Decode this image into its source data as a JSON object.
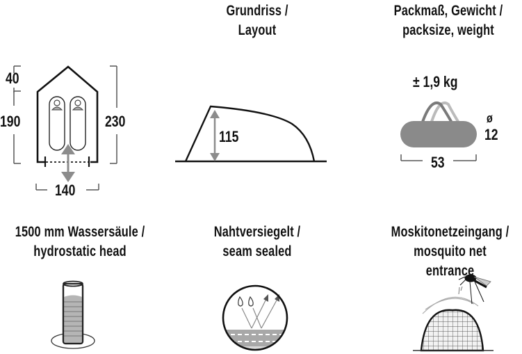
{
  "panels": {
    "floorplan": {
      "dimensions": {
        "roof_depth": "40",
        "floor_depth": "190",
        "total_length": "230",
        "width": "140"
      }
    },
    "layout": {
      "title_line1": "Grundriss /",
      "title_line2": "Layout",
      "height": "115"
    },
    "packsize": {
      "title_line1": "Packmaß, Gewicht /",
      "title_line2": "packsize, weight",
      "weight": "± 1,9 kg",
      "diameter_symbol": "ø",
      "diameter": "12",
      "length": "53"
    },
    "hydrostatic": {
      "title_line1": "1500 mm Wassersäule /",
      "title_line2": "hydrostatic head"
    },
    "seam_sealed": {
      "title_line1": "Nahtversiegelt /",
      "title_line2": "seam sealed"
    },
    "mosquito": {
      "title_line1": "Moskitonetzeingang /",
      "title_line2": "mosquito net entrance"
    }
  },
  "colors": {
    "line": "#111111",
    "gray_fill": "#8a8a8a",
    "light_gray": "#c8c8c8",
    "arrow_gray": "#8c8c8c"
  }
}
